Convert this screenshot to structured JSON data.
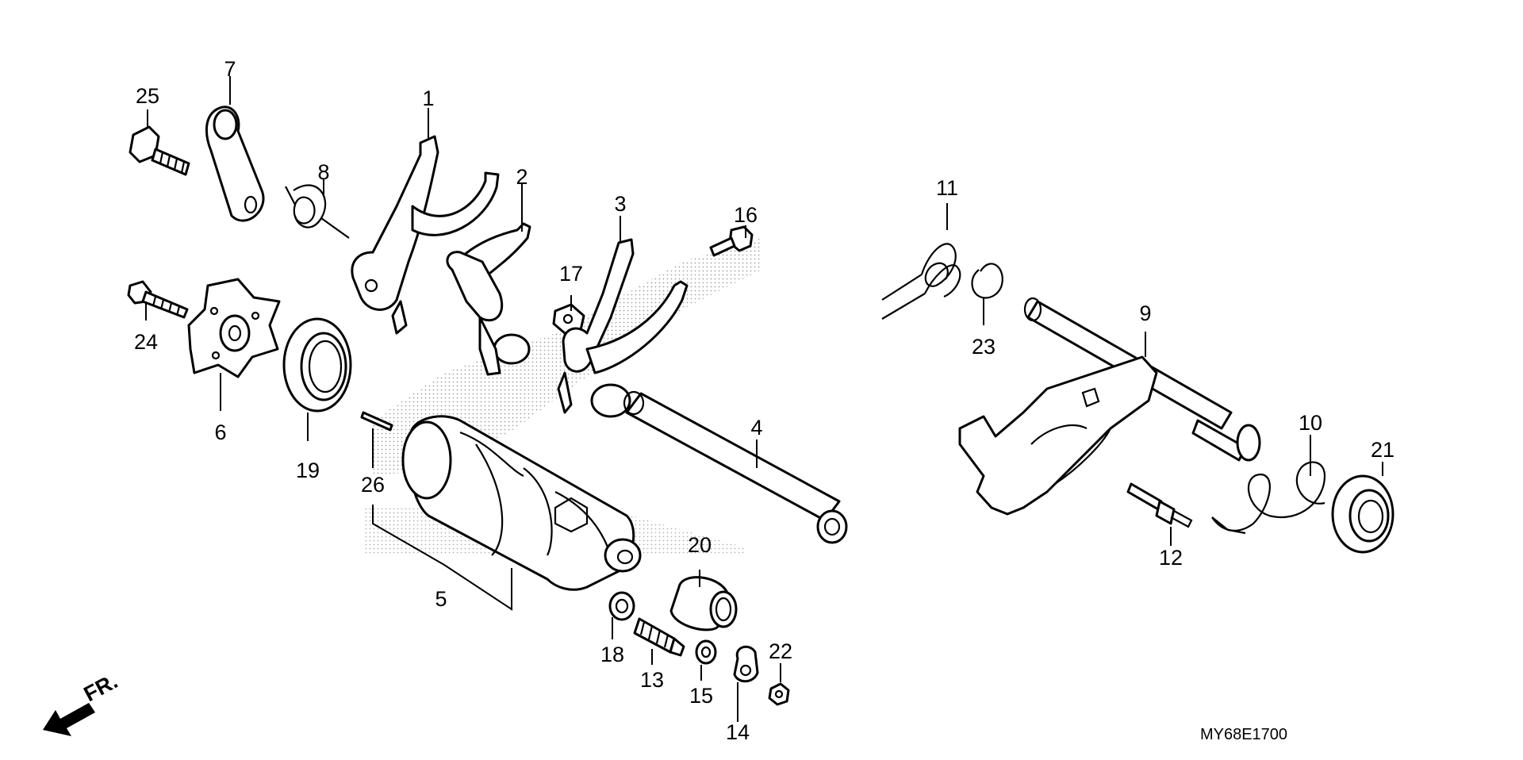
{
  "diagram": {
    "reference_code": "MY68E1700",
    "direction_label": "FR.",
    "part_numbers": [
      "1",
      "2",
      "3",
      "4",
      "5",
      "6",
      "7",
      "8",
      "9",
      "10",
      "11",
      "12",
      "13",
      "14",
      "15",
      "16",
      "17",
      "18",
      "19",
      "20",
      "21",
      "22",
      "23",
      "24",
      "25",
      "26"
    ]
  }
}
